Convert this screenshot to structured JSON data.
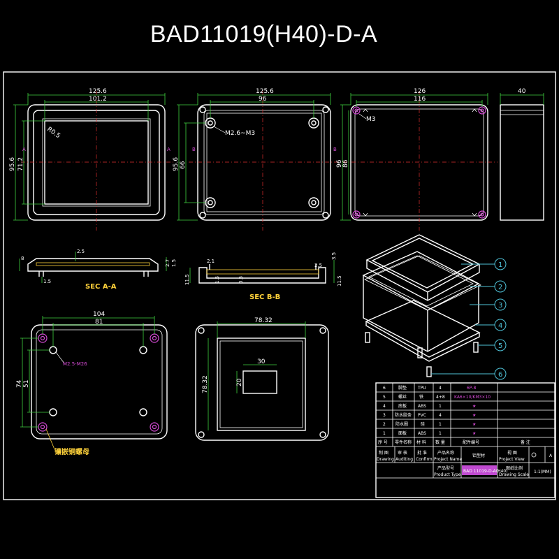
{
  "title": "BAD11019(H40)-D-A",
  "view1": {
    "dim_outer_w": "125.6",
    "dim_inner_w": "101.2",
    "dim_outer_h": "95.6",
    "dim_inner_h": "71.2",
    "radius": "R0.5",
    "sec": "A"
  },
  "view2": {
    "dim_outer_w": "125.6",
    "dim_inner_w": "96",
    "dim_outer_h": "95.6",
    "dim_inner_h": "66",
    "screw": "M2.6~M3",
    "sec": "B"
  },
  "view3": {
    "dim_outer_w": "126",
    "dim_inner_w": "116",
    "dim_outer_h": "96",
    "dim_inner_h": "86",
    "screw": "M3"
  },
  "view4": {
    "dim_h": "40"
  },
  "secA": {
    "label": "SEC A-A",
    "d1": "8",
    "d2": "2.5",
    "d3": "2.7",
    "d4": "1.5",
    "d5": "1.5"
  },
  "secB": {
    "label": "SEC B-B",
    "d1": "2.1",
    "d2": "3.5",
    "d3": "11.5",
    "d4": "1.5",
    "d5": "0.5",
    "d6": "2.5",
    "d7": "11.5"
  },
  "view5": {
    "dim_w1": "104",
    "dim_w2": "81",
    "dim_h1": "74",
    "dim_h2": "51",
    "screw": "M2.5-M26",
    "note": "镶嵌铜螺母"
  },
  "view6": {
    "dim_w": "78.32",
    "dim_h": "78.32",
    "win_w": "30",
    "win_h": "20"
  },
  "callouts": [
    "1",
    "2",
    "3",
    "4",
    "5",
    "6"
  ],
  "bom": {
    "rows": [
      {
        "no": "6",
        "name": "脚垫",
        "mat": "TPU",
        "qty": "4",
        "spec": "6P-8",
        "note": ""
      },
      {
        "no": "5",
        "name": "螺丝",
        "mat": "铁",
        "qty": "4+8",
        "spec": "KA6×10/KM3×10",
        "note": ""
      },
      {
        "no": "4",
        "name": "底板",
        "mat": "ABS",
        "qty": "1",
        "spec": "★",
        "note": ""
      },
      {
        "no": "3",
        "name": "防水胶条",
        "mat": "PVC",
        "qty": "4",
        "spec": "★",
        "note": ""
      },
      {
        "no": "2",
        "name": "防水圈",
        "mat": "硅",
        "qty": "1",
        "spec": "★",
        "note": ""
      },
      {
        "no": "1",
        "name": "面板",
        "mat": "ABS",
        "qty": "1",
        "spec": "★",
        "note": ""
      }
    ],
    "header": {
      "no": "序 号",
      "name": "零件名称",
      "mat": "材 料",
      "qty": "数 量",
      "spec": "配件编号",
      "note": "备 注"
    },
    "sign": {
      "drawing": "制 图",
      "drawing_en": "Drawing",
      "auditing": "审 核",
      "auditing_en": "Auditing",
      "confirm": "批 准",
      "confirm_en": "Confirm",
      "project_name": "产品名称",
      "project_name_en": "Project Name",
      "project_name_val": "铝型材",
      "project_view": "视 图",
      "project_view_en": "Project View",
      "product_type": "产品型号",
      "product_type_en": "Product Type",
      "product_type_val": "BAD 11019-D-A(H40)",
      "scale": "图纸比例",
      "scale_en": "Drawing Scale",
      "scale_val": "1:1(MM)",
      "view_letter": "A"
    }
  }
}
